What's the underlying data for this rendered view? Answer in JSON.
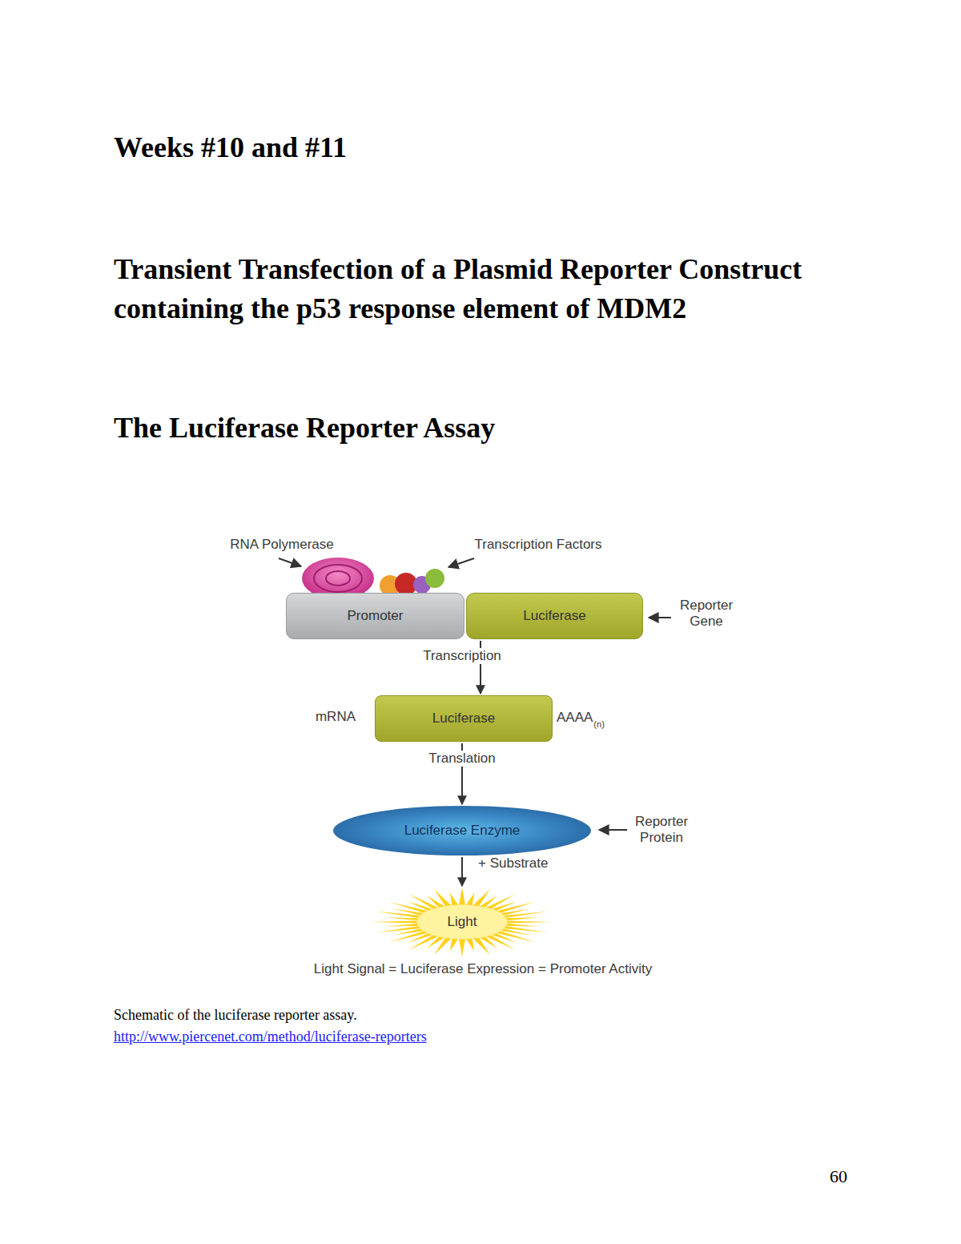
{
  "diagram": {
    "title": "Weeks #10 and #11",
    "caption": "Schematic of the luciferase reporter assay.",
    "nodes": [
      {
        "text": [
          "Promoter"
        ]
      },
      {
        "text": [
          "Luciferase"
        ]
      },
      {
        "text": [
          "Luciferase"
        ]
      },
      {
        "text": [
          "Luciferase Enzyme"
        ]
      },
      {
        "text": [
          "Light"
        ]
      }
    ],
    "edges": [
      {
        "from": 1,
        "to": 2,
        "arrow": "to",
        "label": "Transcription"
      },
      {
        "from": 2,
        "to": 3,
        "arrow": "to",
        "label": "Translation"
      },
      {
        "from": 3,
        "to": 4,
        "arrow": "to",
        "label": "+ Substrate"
      }
    ],
    "labels": [
      "Transient Transfection of a Plasmid Reporter Construct containing the p53 response element of MDM2",
      "The Luciferase Reporter Assay",
      "RNA Polymerase",
      "Transcription Factors",
      "Reporter Gene",
      "mRNA",
      "AAAA",
      "(n)",
      "Reporter Protein",
      "Light Signal = Luciferase Expression = Promoter Activity",
      "http://www.piercenet.com/method/luciferase-reporters",
      "60"
    ]
  }
}
